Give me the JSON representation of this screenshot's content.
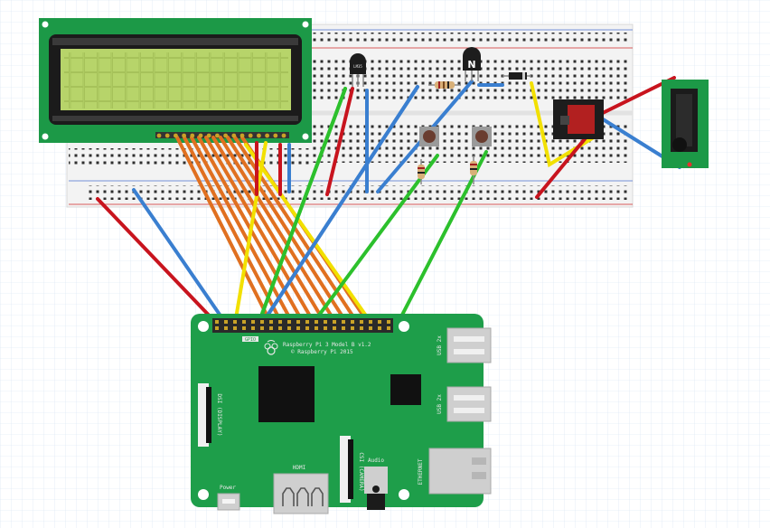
{
  "board": {
    "model_line1": "Raspberry Pi 3 Model B v1.2",
    "model_line2": "© Raspberry Pi 2015",
    "gpio_label": "GPIO",
    "usb_top": "USB 2x",
    "usb_bottom": "USB 2x",
    "ethernet": "ETHERNET",
    "hdmi": "HDMI",
    "audio": "Audio",
    "power": "Power",
    "dsi": "DSI (DISPLAY)",
    "csi": "CSI (CAMERA)"
  },
  "components": {
    "temp_sensor_text": "LM35",
    "transistor_text": "N"
  },
  "colors": {
    "breadboard": "#f2f2f2",
    "pi_board": "#1e9e4a",
    "lcd_pcb": "#1c9947",
    "lcd_screen": "#b7d46a",
    "wire_red": "#c8141e",
    "wire_blue": "#3a7fd0",
    "wire_orange": "#e07020",
    "wire_yellow": "#f2e000",
    "wire_green": "#2cc02c",
    "relay": "#b22020"
  }
}
